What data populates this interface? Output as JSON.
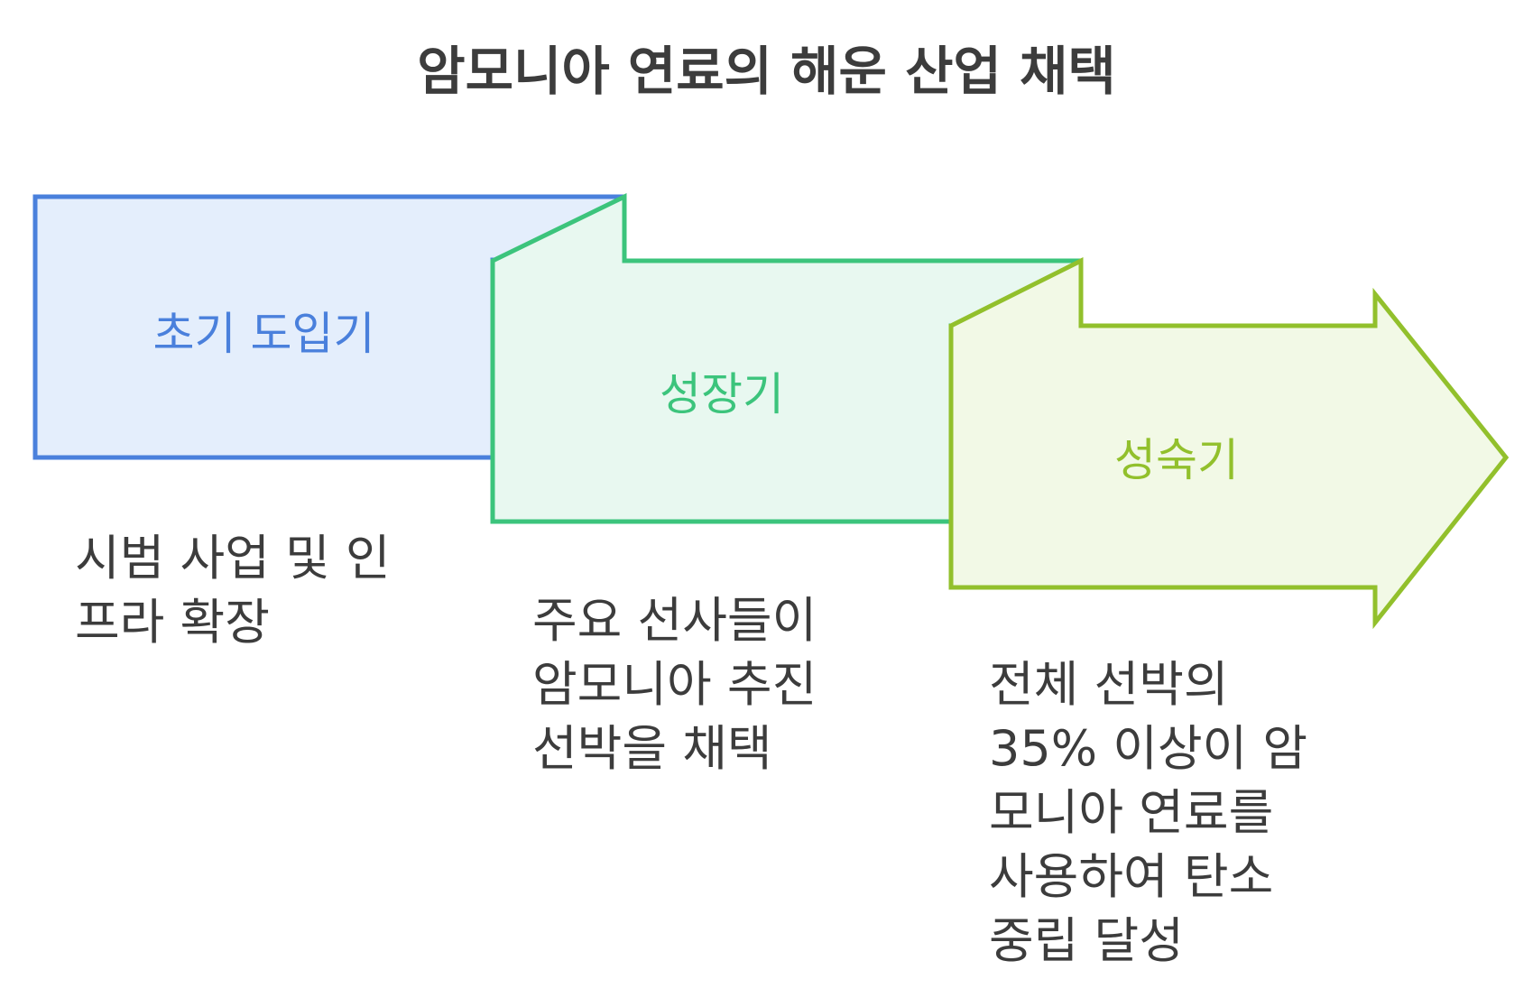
{
  "title": "암모니아 연료의 해운 산업 채택",
  "colors": {
    "stage1_stroke": "#4a80dc",
    "stage1_fill": "#e4eefc",
    "stage2_stroke": "#3cc47c",
    "stage2_fill": "#e8f8f0",
    "stage3_stroke": "#92c02c",
    "stage3_fill": "#f2f9e6",
    "text": "#3c3c3c"
  },
  "stages": [
    {
      "label": "초기 도입기",
      "description": [
        "시범 사업 및 인",
        "프라 확장"
      ]
    },
    {
      "label": "성장기",
      "description": [
        "주요 선사들이",
        "암모니아 추진",
        "선박을 채택"
      ]
    },
    {
      "label": "성숙기",
      "description": [
        "전체 선박의",
        "35% 이상이 암",
        "모니아 연료를",
        "사용하여 탄소",
        "중립 달성"
      ]
    }
  ]
}
